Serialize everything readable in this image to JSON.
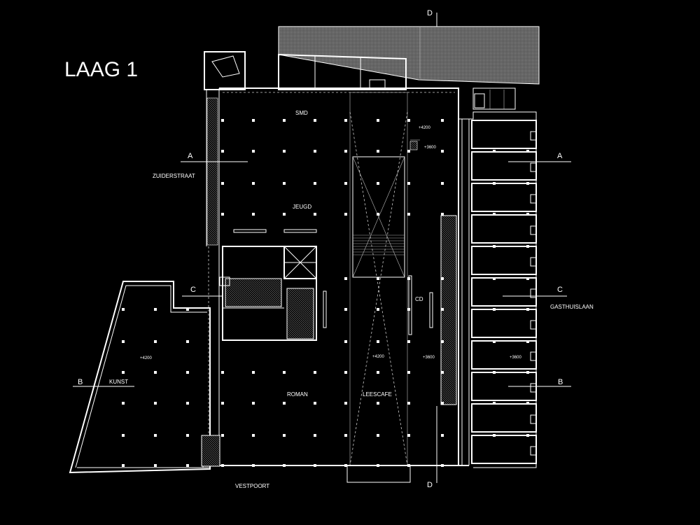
{
  "title": "LAAG 1",
  "section_markers": {
    "a": "A",
    "b": "B",
    "c": "C",
    "d": "D"
  },
  "streets": {
    "west": "ZUIDERSTRAAT",
    "east": "GASTHUISLAAN",
    "south": "VESTPOORT"
  },
  "rooms": {
    "smd": "SMD",
    "jeugd": "JEUGD",
    "cd": "CD",
    "kunst": "KUNST",
    "roman": "ROMAN",
    "leescafe": "LEESCAFE"
  },
  "elevations": {
    "e1": "+4200",
    "e2": "+3600",
    "e3": "+4200",
    "e4": "+4200",
    "e5": "+3600",
    "e6": "+3600"
  }
}
